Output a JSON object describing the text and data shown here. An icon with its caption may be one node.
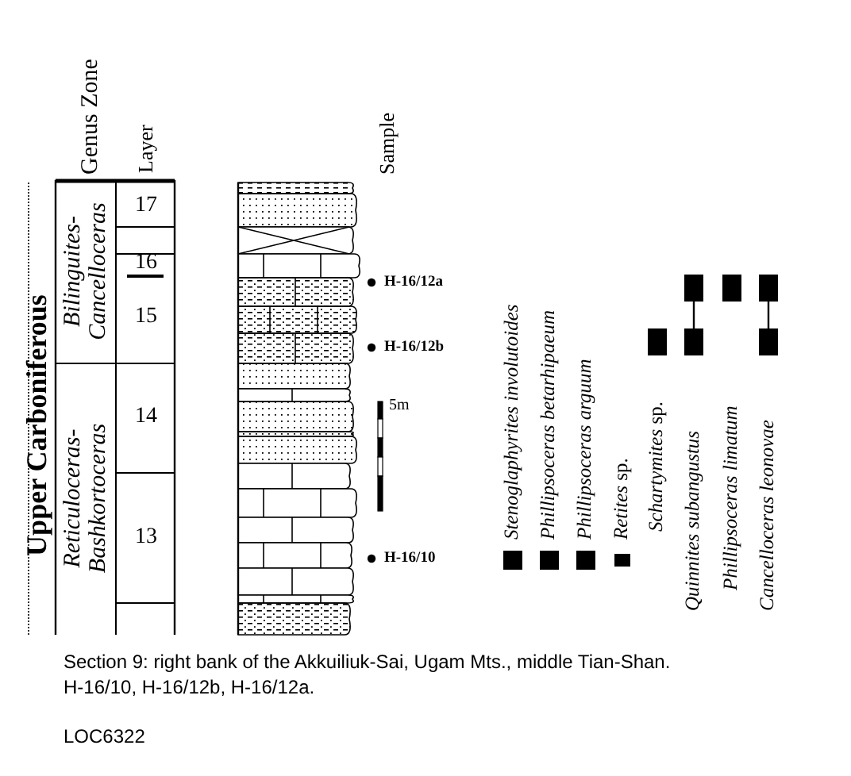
{
  "diagram": {
    "caption": "Section 9: right bank of the Akkuiliuk-Sai, Ugam Mts., middle Tian-Shan. H-16/10, H-16/12b, H-16/12a.",
    "labels": [
      "Upper Carboniferous",
      "Genus Zone",
      "Layer",
      "Sample",
      "Bilinguites- Cancelloceras",
      "Reticuloceras- Bashkortoceras",
      "17",
      "16",
      "15",
      "14",
      "13",
      "H-16/12a",
      "H-16/12b",
      "5m",
      "H-16/10",
      "Stenoglaphyrites involutoides",
      "Phillipsoceras betarhipaeum",
      "Phillipsoceras arguum",
      "*Retites* sp.",
      "*Schartymites* sp.",
      "Quinnites subangustus",
      "Phillipsoceras limatum",
      "Cancelloceras leonovae",
      "LOC6322"
    ]
  }
}
